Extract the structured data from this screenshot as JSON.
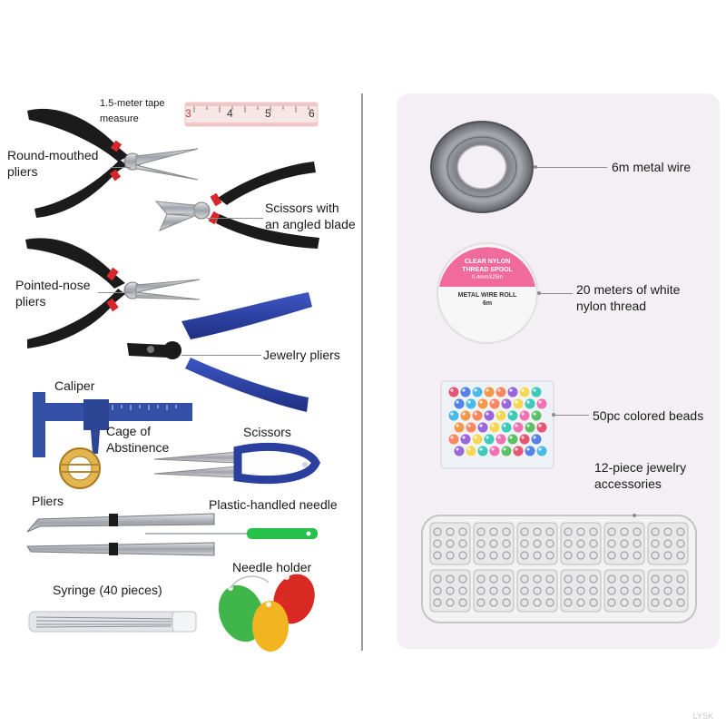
{
  "labels": {
    "tape_measure": "1.5-meter tape\nmeasure",
    "round_pliers": "Round-mouthed\npliers",
    "angled_scissors": "Scissors with\nan angled blade",
    "pointed_pliers": "Pointed-nose\npliers",
    "jewelry_pliers": "Jewelry pliers",
    "caliper": "Caliper",
    "cage": "Cage of\nAbstinence",
    "scissors": "Scissors",
    "pliers": "Pliers",
    "plastic_needle": "Plastic-handled needle",
    "syringe": "Syringe (40 pieces)",
    "needle_holder": "Needle holder",
    "metal_wire": "6m metal wire",
    "nylon_thread": "20 meters of white\nnylon thread",
    "beads": "50pc colored beads",
    "accessories": "12-piece jewelry\naccessories"
  },
  "spool_text": {
    "line1": "CLEAR NYLON",
    "line2": "THREAD SPOOL",
    "line3": "0.4mmX25m",
    "line4": "METAL WIRE ROLL",
    "line5": "6m"
  },
  "tape_digits": [
    "3",
    "4",
    "5",
    "6"
  ],
  "watermark": "LYSK",
  "colors": {
    "handle_black": "#1b1b1b",
    "handle_blue": "#2a3f9e",
    "accent_red": "#d8262b",
    "metal": "#b8bcc2",
    "panel_bg": "#f4eff4",
    "spool_pink": "#f06a9a",
    "needle_green": "#27c04a",
    "holder_red": "#d82a22",
    "holder_yellow": "#f2b521",
    "holder_green": "#3fb54a",
    "gold": "#d6a640"
  }
}
